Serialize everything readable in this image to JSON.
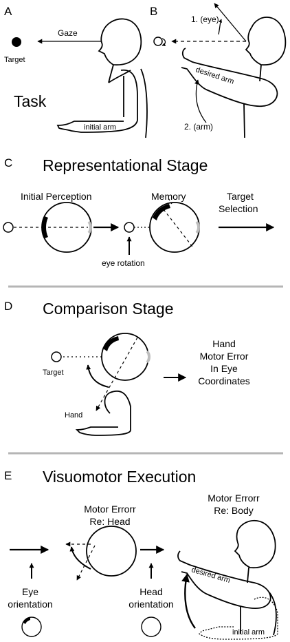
{
  "panels": {
    "a": {
      "letter": "A",
      "gaze": "Gaze",
      "target": "Target",
      "task": "Task",
      "initial_arm": "initial arm"
    },
    "b": {
      "letter": "B",
      "eye_step": "1. (eye)",
      "arm_step": "2. (arm)",
      "desired_arm": "desired arm"
    },
    "c": {
      "letter": "C",
      "title": "Representational Stage",
      "initial_perception": "Initial Perception",
      "memory": "Memory",
      "target_selection_line1": "Target",
      "target_selection_line2": "Selection",
      "eye_rotation": "eye rotation"
    },
    "d": {
      "letter": "D",
      "title": "Comparison Stage",
      "target": "Target",
      "hand": "Hand",
      "result_lines": [
        "Hand",
        "Motor Error",
        "In Eye",
        "Coordinates"
      ]
    },
    "e": {
      "letter": "E",
      "title": "Visuomotor Execution",
      "head_line1": "Motor Errorr",
      "head_line2": "Re: Head",
      "body_line1": "Motor Errorr",
      "body_line2": "Re: Body",
      "eye_orientation_line1": "Eye",
      "eye_orientation_line2": "orientation",
      "head_orientation_line1": "Head",
      "head_orientation_line2": "orientation",
      "desired_arm": "desired arm",
      "initial_arm": "initial arm"
    }
  },
  "colors": {
    "ink": "#000000",
    "separator": "#b5b5b5",
    "retina_gray": "#bdbdbd"
  }
}
